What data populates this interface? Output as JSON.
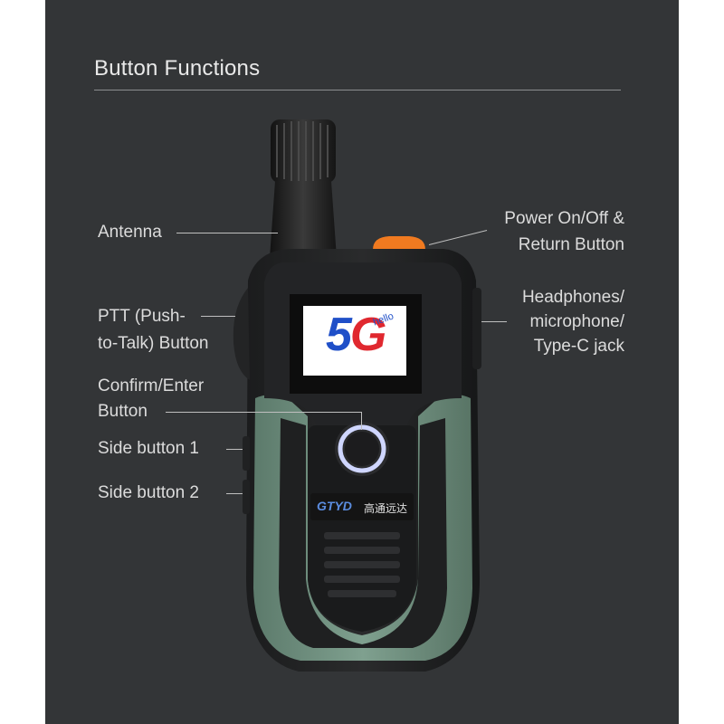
{
  "page": {
    "title": "Button Functions"
  },
  "labels": {
    "antenna": "Antenna",
    "power_line1": "Power On/Off &",
    "power_line2": "Return Button",
    "ptt_line1": "PTT (Push-",
    "ptt_line2": "to-Talk) Button",
    "headphones_line1": "Headphones/",
    "headphones_line2": "microphone/",
    "headphones_line3": "Type-C jack",
    "confirm_line1": "Confirm/Enter",
    "confirm_line2": "Button",
    "side1": "Side button 1",
    "side2": "Side button 2"
  },
  "screen": {
    "big_text": "5G",
    "small_text": "hello"
  },
  "brand": {
    "logo_mark": "GTYD",
    "chinese_name": "高通远达"
  },
  "colors": {
    "background": "#333537",
    "body_green": "#6f8f7f",
    "power_button": "#f07a20",
    "five_g_blue": "#1f4fc8",
    "g_red": "#e0282f"
  }
}
